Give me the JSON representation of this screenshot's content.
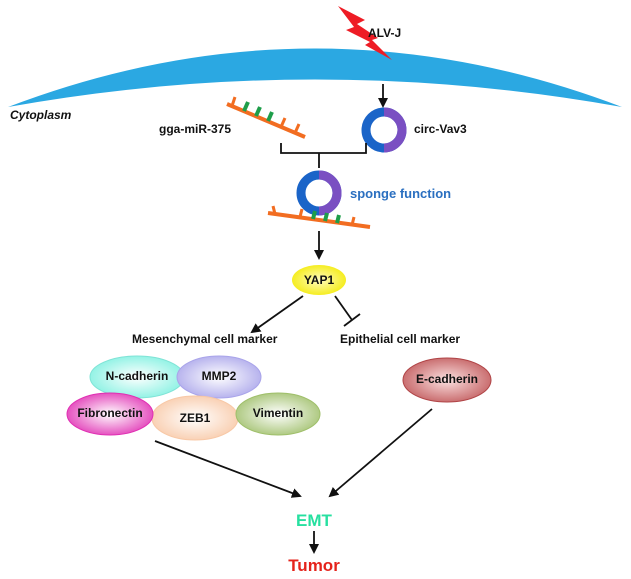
{
  "trigger": {
    "label": "ALV-J"
  },
  "membrane": {
    "label": "Cytoplasm"
  },
  "mirna": {
    "label": "gga-miR-375"
  },
  "circrna": {
    "label": "circ-Vav3"
  },
  "complex": {
    "label": "sponge function"
  },
  "hub": {
    "label": "YAP1"
  },
  "mesenchymal": {
    "title": "Mesenchymal cell marker",
    "markers": [
      {
        "label": "N-cadherin"
      },
      {
        "label": "MMP2"
      },
      {
        "label": "Fibronectin"
      },
      {
        "label": "ZEB1"
      },
      {
        "label": "Vimentin"
      }
    ]
  },
  "epithelial": {
    "title": "Epithelial cell marker",
    "markers": [
      {
        "label": "E-cadherin"
      }
    ]
  },
  "outcome": {
    "emt": "EMT",
    "tumor": "Tumor"
  },
  "colors": {
    "membrane": "#2ba8e2",
    "lightning": "#ee1c25",
    "mirna": "#f26d21",
    "seed": "#1e9e4a",
    "ring_outer": "#1a64c8",
    "ring_inner": "#7a4fc2",
    "sponge_text": "#2a6fc0",
    "yap1": "#f7f01a",
    "emt": "#27e0a0",
    "tumor": "#e5231b"
  }
}
